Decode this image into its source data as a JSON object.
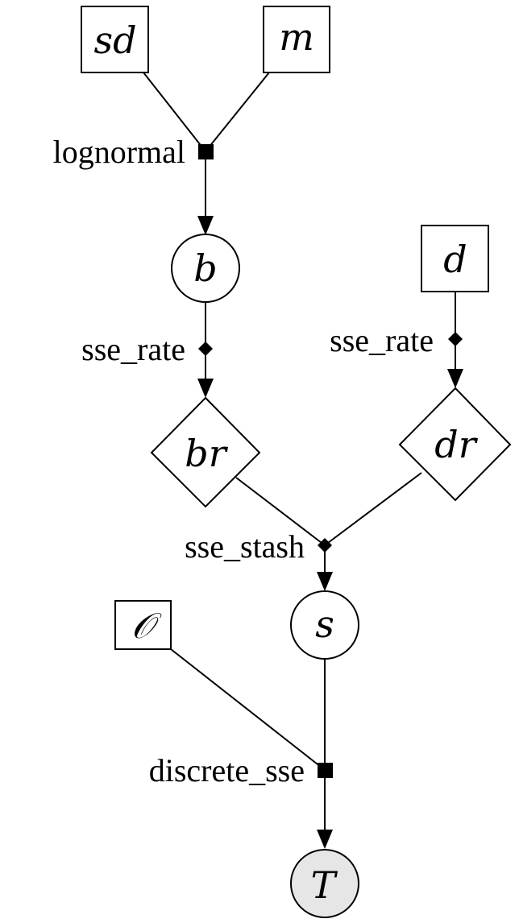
{
  "nodes": {
    "sd": {
      "label": "sd",
      "kind": "constant"
    },
    "m": {
      "label": "m",
      "kind": "constant"
    },
    "b": {
      "label": "b",
      "kind": "random"
    },
    "d": {
      "label": "d",
      "kind": "constant"
    },
    "br": {
      "label": "br",
      "kind": "deterministic"
    },
    "dr": {
      "label": "dr",
      "kind": "deterministic"
    },
    "s": {
      "label": "s",
      "kind": "random"
    },
    "O": {
      "label": "𝒪",
      "kind": "constant"
    },
    "T": {
      "label": "T",
      "kind": "observed"
    }
  },
  "factors": {
    "lognormal": {
      "label": "lognormal",
      "kind": "stochastic"
    },
    "sse_rate_b": {
      "label": "sse_rate",
      "kind": "deterministic"
    },
    "sse_rate_d": {
      "label": "sse_rate",
      "kind": "deterministic"
    },
    "sse_stash": {
      "label": "sse_stash",
      "kind": "deterministic"
    },
    "discrete_sse": {
      "label": "discrete_sse",
      "kind": "stochastic"
    }
  },
  "edges": [
    {
      "from": "sd",
      "to": "lognormal",
      "arrow": false
    },
    {
      "from": "m",
      "to": "lognormal",
      "arrow": false
    },
    {
      "from": "lognormal",
      "to": "b",
      "arrow": true
    },
    {
      "from": "b",
      "to": "sse_rate_b",
      "arrow": false
    },
    {
      "from": "sse_rate_b",
      "to": "br",
      "arrow": true
    },
    {
      "from": "d",
      "to": "sse_rate_d",
      "arrow": false
    },
    {
      "from": "sse_rate_d",
      "to": "dr",
      "arrow": true
    },
    {
      "from": "br",
      "to": "sse_stash",
      "arrow": false
    },
    {
      "from": "dr",
      "to": "sse_stash",
      "arrow": false
    },
    {
      "from": "sse_stash",
      "to": "s",
      "arrow": true
    },
    {
      "from": "O",
      "to": "discrete_sse",
      "arrow": false
    },
    {
      "from": "s",
      "to": "discrete_sse",
      "arrow": false
    },
    {
      "from": "discrete_sse",
      "to": "T",
      "arrow": true
    }
  ],
  "colors": {
    "stroke": "#000000",
    "background": "#ffffff",
    "observed_fill": "#e6e6e6"
  }
}
